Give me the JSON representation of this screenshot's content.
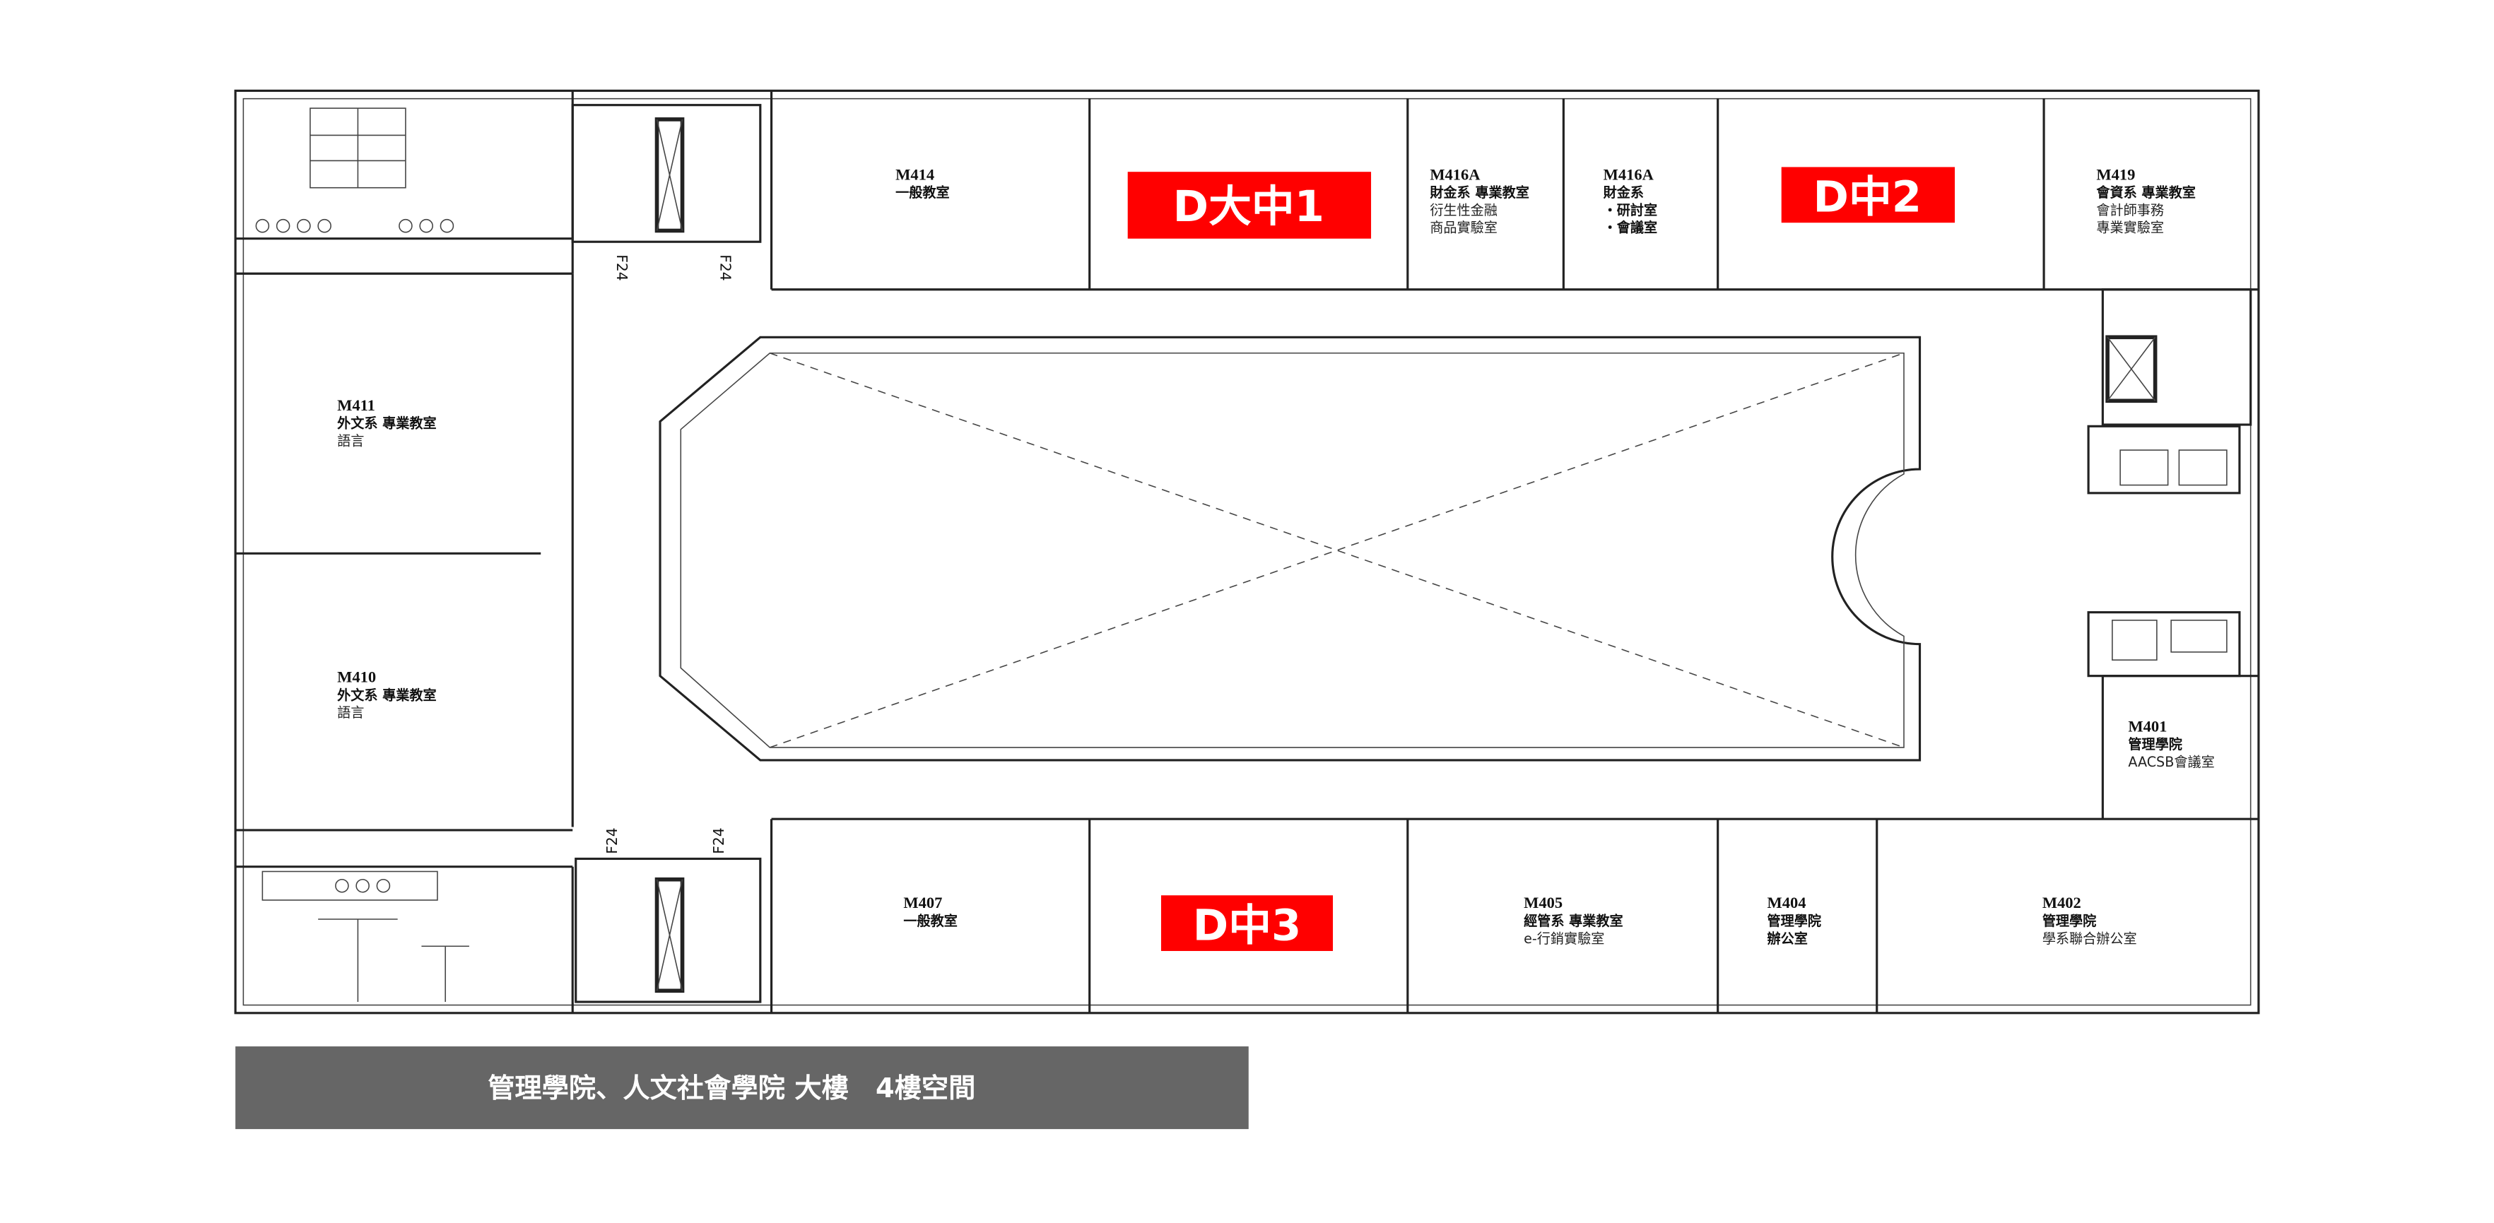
{
  "title": "管理學院、人文社會學院 大樓　4樓空間",
  "accent_color": "#ff0000",
  "caption_bg": "#666666",
  "stair_label": "F24",
  "tags": [
    {
      "label": "D大中1"
    },
    {
      "label": "D中2"
    },
    {
      "label": "D中3"
    }
  ],
  "rooms": {
    "m414": {
      "code": "M414",
      "lines": [
        "一般教室"
      ]
    },
    "m416a_1": {
      "code": "M416A",
      "lines": [
        "財金系 專業教室",
        "衍生性金融",
        "商品實驗室"
      ]
    },
    "m416a_2": {
      "code": "M416A",
      "lines": [
        "財金系",
        "・研討室",
        "・會議室"
      ]
    },
    "m419": {
      "code": "M419",
      "lines": [
        "會資系 專業教室",
        "會計師事務",
        "專業實驗室"
      ]
    },
    "m411": {
      "code": "M411",
      "lines": [
        "外文系 專業教室",
        "語言"
      ]
    },
    "m410": {
      "code": "M410",
      "lines": [
        "外文系 專業教室",
        "語言"
      ]
    },
    "m401": {
      "code": "M401",
      "lines": [
        "管理學院",
        "AACSB會議室"
      ]
    },
    "m407": {
      "code": "M407",
      "lines": [
        "一般教室"
      ]
    },
    "m405": {
      "code": "M405",
      "lines": [
        "經管系 專業教室",
        "e-行銷實驗室"
      ]
    },
    "m404": {
      "code": "M404",
      "lines": [
        "管理學院",
        "辦公室"
      ]
    },
    "m402": {
      "code": "M402",
      "lines": [
        "管理學院",
        "學系聯合辦公室"
      ]
    }
  }
}
